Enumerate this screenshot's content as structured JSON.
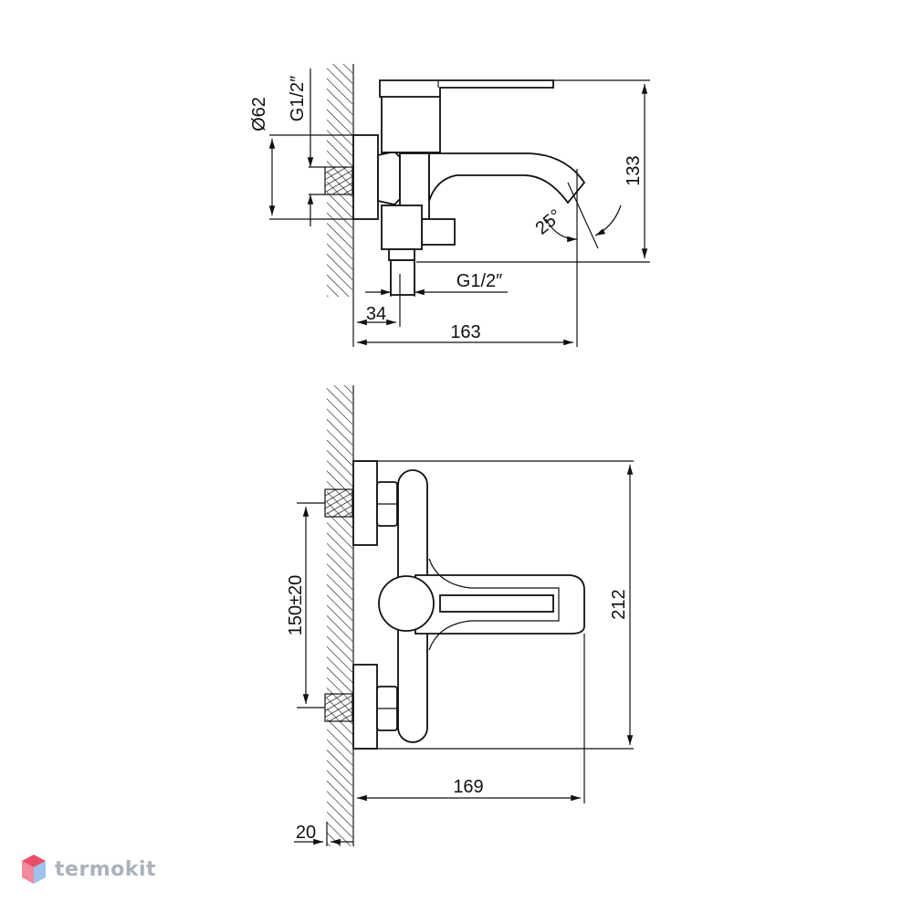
{
  "top_view": {
    "diameter": "Ø62",
    "thread_left": "G1/2″",
    "height": "133",
    "angle": "25°",
    "thread_bottom": "G1/2″",
    "offset": "34",
    "length": "163"
  },
  "front_view": {
    "center_distance": "150±20",
    "height": "212",
    "width": "169",
    "wall_offset": "20"
  },
  "watermark": {
    "text": "termokit"
  },
  "colors": {
    "line": "#111111",
    "watermark_text": "#a9b2bb",
    "logo_red": "#e8506a",
    "logo_blue": "#4a90e2"
  }
}
